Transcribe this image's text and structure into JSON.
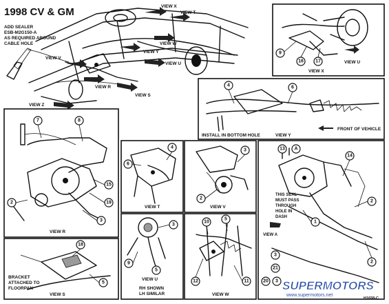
{
  "header": {
    "title": "1998 CV & GM",
    "sealer_note": [
      "ADD SEALER",
      "ESB-M2G150-A",
      "AS REQUIRED AROUND",
      "CABLE HOLE"
    ]
  },
  "overview_arrows": {
    "view_x": "VIEW X",
    "view_t": "VIEW T",
    "view_w": "VIEW W",
    "view_y": "VIEW Y",
    "view_u": "VIEW U",
    "view_v": "VIEW V",
    "view_r": "VIEW R",
    "view_s": "VIEW S",
    "view_z": "VIEW Z"
  },
  "panels": {
    "view_x": {
      "caption": "VIEW X",
      "callouts": [
        "9",
        "16",
        "17"
      ],
      "sub_view": "VIEW U"
    },
    "view_y": {
      "caption": "VIEW Y",
      "callouts": [
        "4",
        "6"
      ],
      "note": "INSTALL IN BOTTOM HOLE",
      "direction": "FRONT OF VEHICLE"
    },
    "view_r": {
      "caption": "VIEW R",
      "callouts": [
        "7",
        "8",
        "15",
        "19",
        "2",
        "3"
      ]
    },
    "view_t": {
      "caption": "VIEW T",
      "callouts": [
        "4",
        "6"
      ]
    },
    "view_v": {
      "caption": "VIEW V",
      "callouts": [
        "3",
        "2"
      ]
    },
    "view_main": {
      "callouts": [
        "13",
        "A",
        "14",
        "2",
        "1",
        "3",
        "2"
      ],
      "view_a": "VIEW A",
      "seal_note": [
        "THIS SEAL",
        "MUST PASS",
        "THROUGH",
        "HOLE IN",
        "DASH"
      ],
      "callouts_lower": [
        "21",
        "20",
        "3"
      ]
    },
    "view_s": {
      "caption": "VIEW S",
      "callouts": [
        "18",
        "5"
      ],
      "note": [
        "BRACKET",
        "ATTACHED TO",
        "FLOORPAN"
      ]
    },
    "view_u": {
      "caption": "VIEW U",
      "callouts": [
        "3",
        "9",
        "5"
      ],
      "note": [
        "RH SHOWN",
        "LH SIMILAR"
      ]
    },
    "view_w": {
      "caption": "VIEW W",
      "callouts": [
        "10",
        "5",
        "12",
        "11"
      ]
    }
  },
  "figure_id": "H1658-C",
  "watermark": {
    "name": "SUPERMOTORS",
    "url": "www.supermotors.net"
  }
}
